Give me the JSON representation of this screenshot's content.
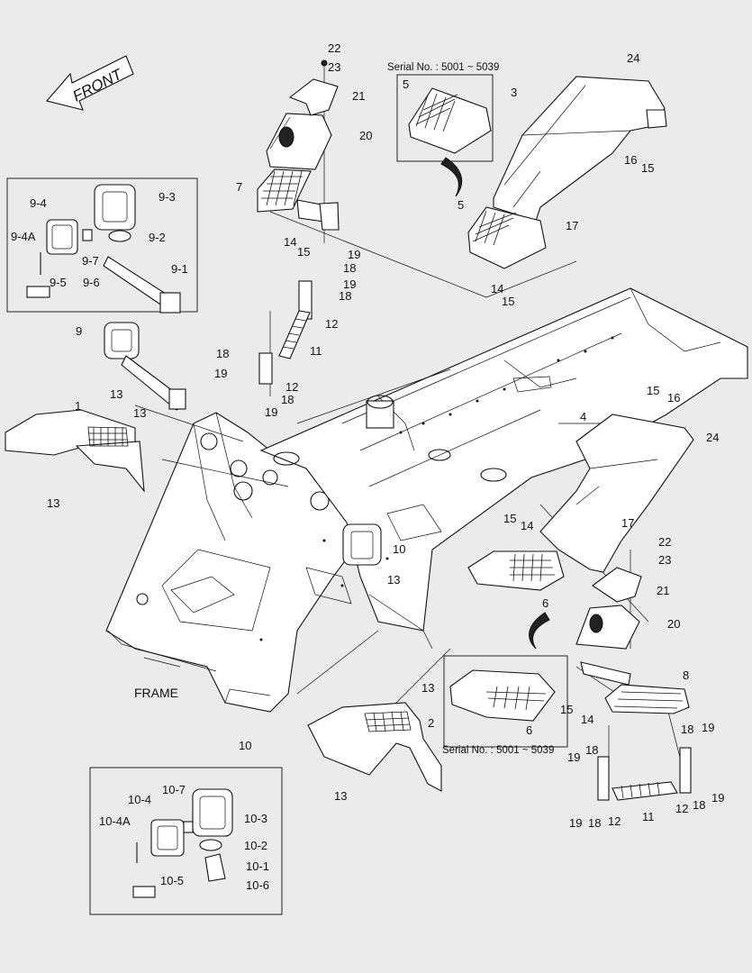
{
  "front_label": "FRONT",
  "frame_label": "FRAME",
  "serial_top": "Serial No. : 5001 ~ 5039",
  "serial_bottom": "Serial No. : 5001 ~ 5039",
  "callouts": [
    {
      "id": "c22a",
      "text": "22"
    },
    {
      "id": "c23a",
      "text": "23"
    },
    {
      "id": "c21a",
      "text": "21"
    },
    {
      "id": "c20a",
      "text": "20"
    },
    {
      "id": "c7",
      "text": "7"
    },
    {
      "id": "c14a",
      "text": "14"
    },
    {
      "id": "c15a",
      "text": "15"
    },
    {
      "id": "c19a",
      "text": "19"
    },
    {
      "id": "c18a",
      "text": "18"
    },
    {
      "id": "c19b",
      "text": "19"
    },
    {
      "id": "c18b",
      "text": "18"
    },
    {
      "id": "c12a",
      "text": "12"
    },
    {
      "id": "c11a",
      "text": "11"
    },
    {
      "id": "c18c",
      "text": "18"
    },
    {
      "id": "c19c",
      "text": "19"
    },
    {
      "id": "c12b",
      "text": "12"
    },
    {
      "id": "c18d",
      "text": "18"
    },
    {
      "id": "c19d",
      "text": "19"
    },
    {
      "id": "c5a",
      "text": "5"
    },
    {
      "id": "c3",
      "text": "3"
    },
    {
      "id": "c24a",
      "text": "24"
    },
    {
      "id": "c16a",
      "text": "16"
    },
    {
      "id": "c15b",
      "text": "15"
    },
    {
      "id": "c5b",
      "text": "5"
    },
    {
      "id": "c17a",
      "text": "17"
    },
    {
      "id": "c14b",
      "text": "14"
    },
    {
      "id": "c15c",
      "text": "15"
    },
    {
      "id": "c9_4",
      "text": "9-4"
    },
    {
      "id": "c9_3",
      "text": "9-3"
    },
    {
      "id": "c9_4A",
      "text": "9-4A"
    },
    {
      "id": "c9_2",
      "text": "9-2"
    },
    {
      "id": "c9_7",
      "text": "9-7"
    },
    {
      "id": "c9_1",
      "text": "9-1"
    },
    {
      "id": "c9_6",
      "text": "9-6"
    },
    {
      "id": "c9_5",
      "text": "9-5"
    },
    {
      "id": "c9",
      "text": "9"
    },
    {
      "id": "c13a",
      "text": "13"
    },
    {
      "id": "c13b",
      "text": "13"
    },
    {
      "id": "c1",
      "text": "1"
    },
    {
      "id": "c13c",
      "text": "13"
    },
    {
      "id": "c15d",
      "text": "15"
    },
    {
      "id": "c16b",
      "text": "16"
    },
    {
      "id": "c4",
      "text": "4"
    },
    {
      "id": "c24b",
      "text": "24"
    },
    {
      "id": "c15e",
      "text": "15"
    },
    {
      "id": "c14c",
      "text": "14"
    },
    {
      "id": "c10a",
      "text": "10"
    },
    {
      "id": "c13d",
      "text": "13"
    },
    {
      "id": "c17b",
      "text": "17"
    },
    {
      "id": "c22b",
      "text": "22"
    },
    {
      "id": "c23b",
      "text": "23"
    },
    {
      "id": "c21b",
      "text": "21"
    },
    {
      "id": "c20b",
      "text": "20"
    },
    {
      "id": "c6a",
      "text": "6"
    },
    {
      "id": "c8",
      "text": "8"
    },
    {
      "id": "c15f",
      "text": "15"
    },
    {
      "id": "c14d",
      "text": "14"
    },
    {
      "id": "c13e",
      "text": "13"
    },
    {
      "id": "c2",
      "text": "2"
    },
    {
      "id": "c6b",
      "text": "6"
    },
    {
      "id": "c13f",
      "text": "13"
    },
    {
      "id": "c18e",
      "text": "18"
    },
    {
      "id": "c19e",
      "text": "19"
    },
    {
      "id": "c18f",
      "text": "18"
    },
    {
      "id": "c19f",
      "text": "19"
    },
    {
      "id": "c12c",
      "text": "12"
    },
    {
      "id": "c12d",
      "text": "12"
    },
    {
      "id": "c18g",
      "text": "18"
    },
    {
      "id": "c19g",
      "text": "19"
    },
    {
      "id": "c11b",
      "text": "11"
    },
    {
      "id": "c19h",
      "text": "19"
    },
    {
      "id": "c18h",
      "text": "18"
    },
    {
      "id": "c10b",
      "text": "10"
    },
    {
      "id": "c10_4",
      "text": "10-4"
    },
    {
      "id": "c10_7",
      "text": "10-7"
    },
    {
      "id": "c10_3",
      "text": "10-3"
    },
    {
      "id": "c10_4A",
      "text": "10-4A"
    },
    {
      "id": "c10_2",
      "text": "10-2"
    },
    {
      "id": "c10_1",
      "text": "10-1"
    },
    {
      "id": "c10_5",
      "text": "10-5"
    },
    {
      "id": "c10_6",
      "text": "10-6"
    }
  ]
}
